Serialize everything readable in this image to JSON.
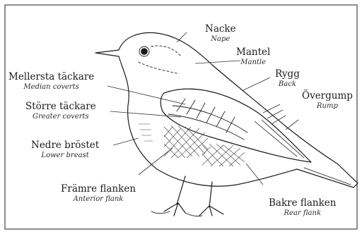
{
  "labels": {
    "nape": {
      "swedish": "Nacke",
      "english": "Nape"
    },
    "mantle": {
      "swedish": "Mantel",
      "english": "Mantle"
    },
    "back": {
      "swedish": "Rygg",
      "english": "Back"
    },
    "rump": {
      "swedish": "Övergump",
      "english": "Rump"
    },
    "median_coverts": {
      "swedish": "Mellersta täckare",
      "english": "Median coverts"
    },
    "greater_coverts": {
      "swedish": "Större täckare",
      "english": "Greater coverts"
    },
    "lower_breast": {
      "swedish": "Nedre bröstet",
      "english": "Lower breast"
    },
    "anterior_flank": {
      "swedish": "Främre flanken",
      "english": "Anterior flank"
    },
    "rear_flank": {
      "swedish": "Bakre flanken",
      "english": "Rear flank"
    }
  }
}
